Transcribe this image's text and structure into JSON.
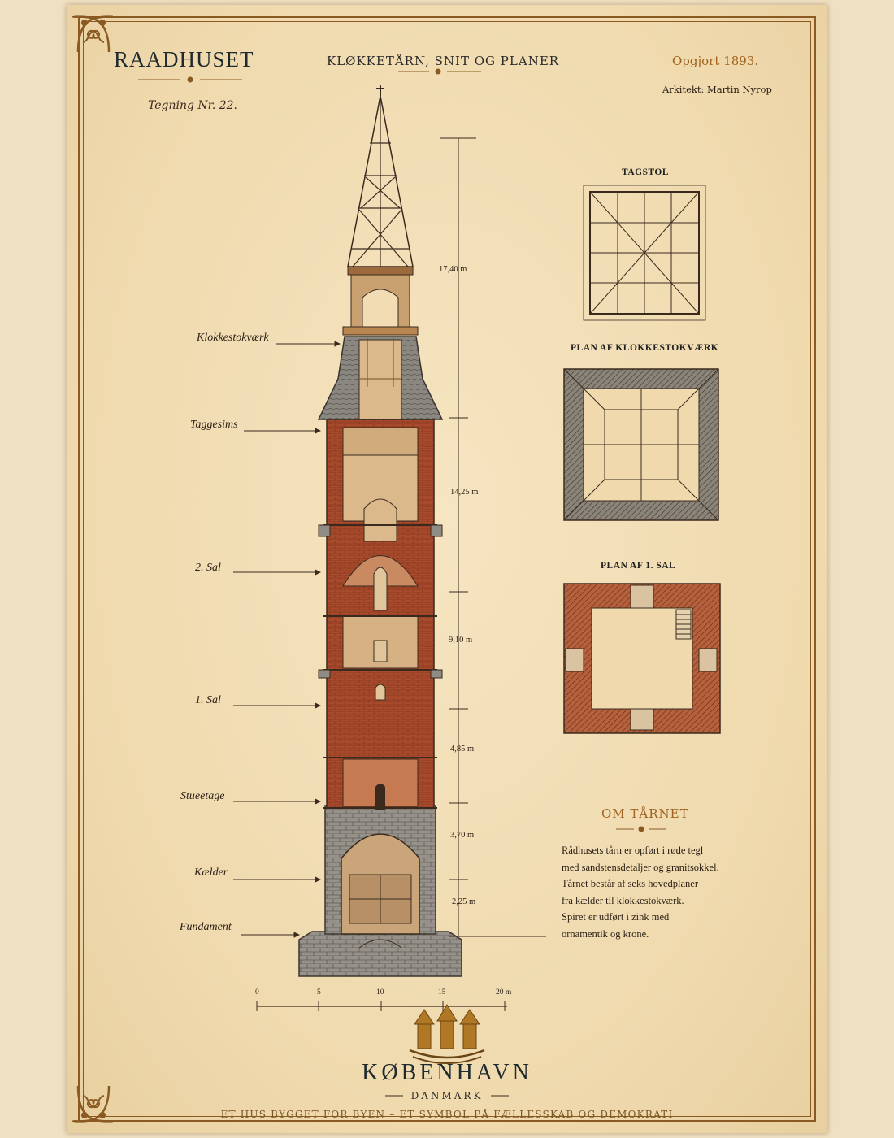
{
  "header": {
    "title": "RAADHUSET",
    "drawing_no": "Tegning Nr. 22.",
    "subtitle": "KLØKKETÅRN, SNIT OG PLANER",
    "year": "Opgjort 1893.",
    "architect": "Arkitekt: Martin Nyrop"
  },
  "levels": {
    "clock_floor": "Klokkestokværk",
    "roof_cornice": "Taggesims",
    "second_floor": "2. Sal",
    "first_floor": "1. Sal",
    "ground_floor": "Stueetage",
    "basement": "Kælder",
    "foundation": "Fundament"
  },
  "dimensions": {
    "spire": "17,40 m",
    "upper": "14,25 m",
    "second": "9,10 m",
    "first": "4,85 m",
    "ground": "3,70 m",
    "basement": "2,25 m"
  },
  "plans": {
    "roof_truss": "TAGSTOL",
    "clock_plan": "PLAN AF KLOKKESTOKVÆRK",
    "first_plan": "PLAN AF 1. SAL"
  },
  "about": {
    "title": "OM TÅRNET",
    "lines": [
      "Rådhusets tårn er opført i røde tegl",
      "med sandstensdetaljer og granitsokkel.",
      "Tårnet består af seks hovedplaner",
      "fra kælder til klokkestokværk.",
      "Spiret er udført i zink med",
      "ornamentik og krone."
    ]
  },
  "scale": {
    "ticks": [
      "0",
      "5",
      "10",
      "15",
      "20 m"
    ]
  },
  "footer": {
    "city": "KØBENHAVN",
    "country": "DANMARK",
    "tagline": "ET HUS BYGGET FOR BYEN – ET SYMBOL PÅ FÆLLESSKAB OG DEMOKRATI"
  },
  "colors": {
    "paper": "#f2deb6",
    "ink": "#2a1e14",
    "brick": "#a84a2c",
    "stone": "#8f8c86",
    "accent": "#a0621e"
  }
}
